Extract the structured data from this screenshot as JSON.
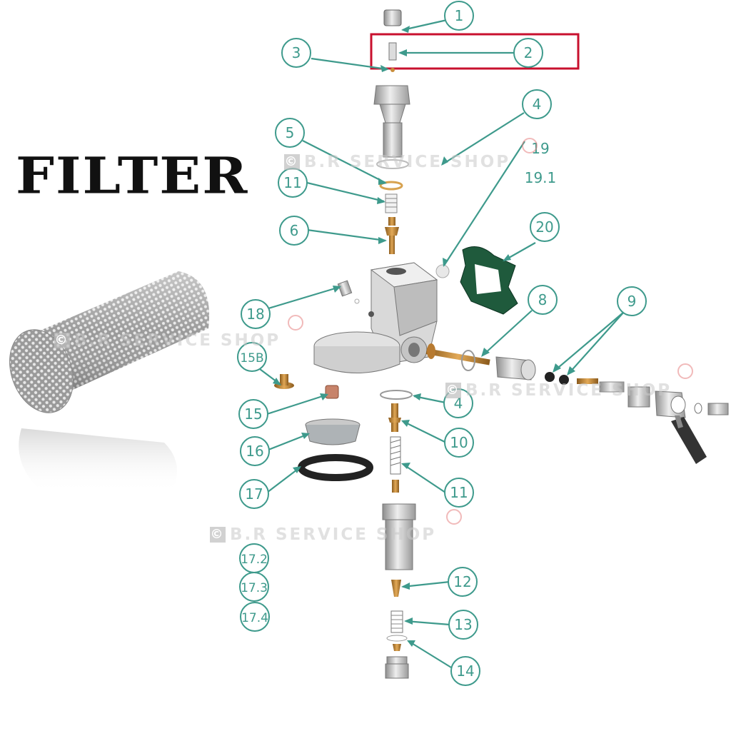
{
  "title": "FILTER",
  "watermark": {
    "text": "B.R SERVICE SHOP",
    "symbol": "©"
  },
  "highlight_color": "#c8102e",
  "callout_color": "#2f8a7c",
  "callouts": [
    "1",
    "2",
    "3",
    "4",
    "19",
    "19.1",
    "5",
    "11",
    "6",
    "20",
    "18",
    "8",
    "9",
    "15B",
    "15",
    "4",
    "10",
    "16",
    "11",
    "17",
    "17.2",
    "17.3",
    "17.4",
    "12",
    "13",
    "14"
  ]
}
